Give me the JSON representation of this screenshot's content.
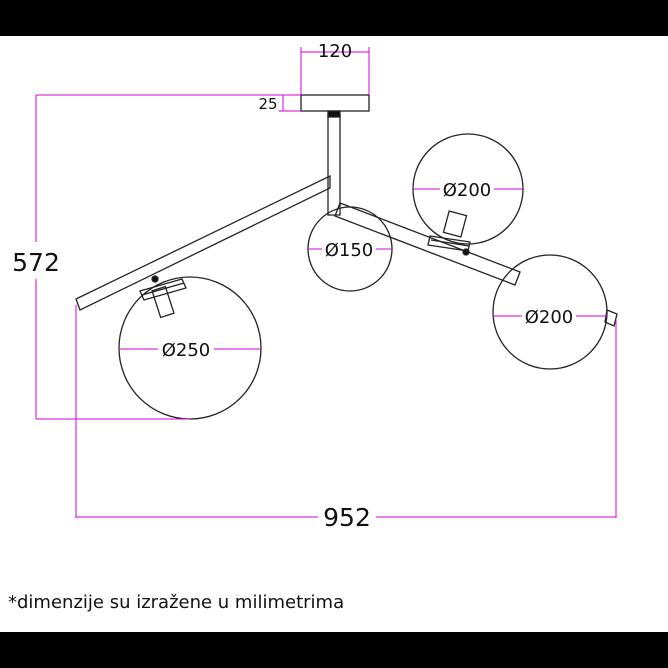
{
  "colors": {
    "frame": "#000000",
    "dimension": "#d400d4",
    "outline": "#222222",
    "background": "#ffffff"
  },
  "dimensions": {
    "canopy_width": "120",
    "canopy_height": "25",
    "total_height": "572",
    "total_width": "952"
  },
  "globes": {
    "left": "Ø250",
    "center": "Ø150",
    "upper_right": "Ø200",
    "right": "Ø200"
  },
  "footnote": "*dimenzije su izražene u milimetrima"
}
